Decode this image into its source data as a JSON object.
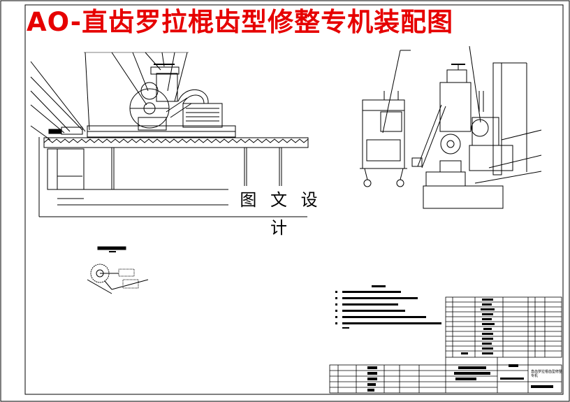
{
  "drawing": {
    "title": "AO-直齿罗拉棍齿型修整专机装配图",
    "watermark": "图 文 设 计",
    "title_block_name": "直齿罗拉棍齿型修整专机"
  },
  "colors": {
    "title": "#e60000",
    "line": "#000000",
    "paper": "#ffffff"
  }
}
